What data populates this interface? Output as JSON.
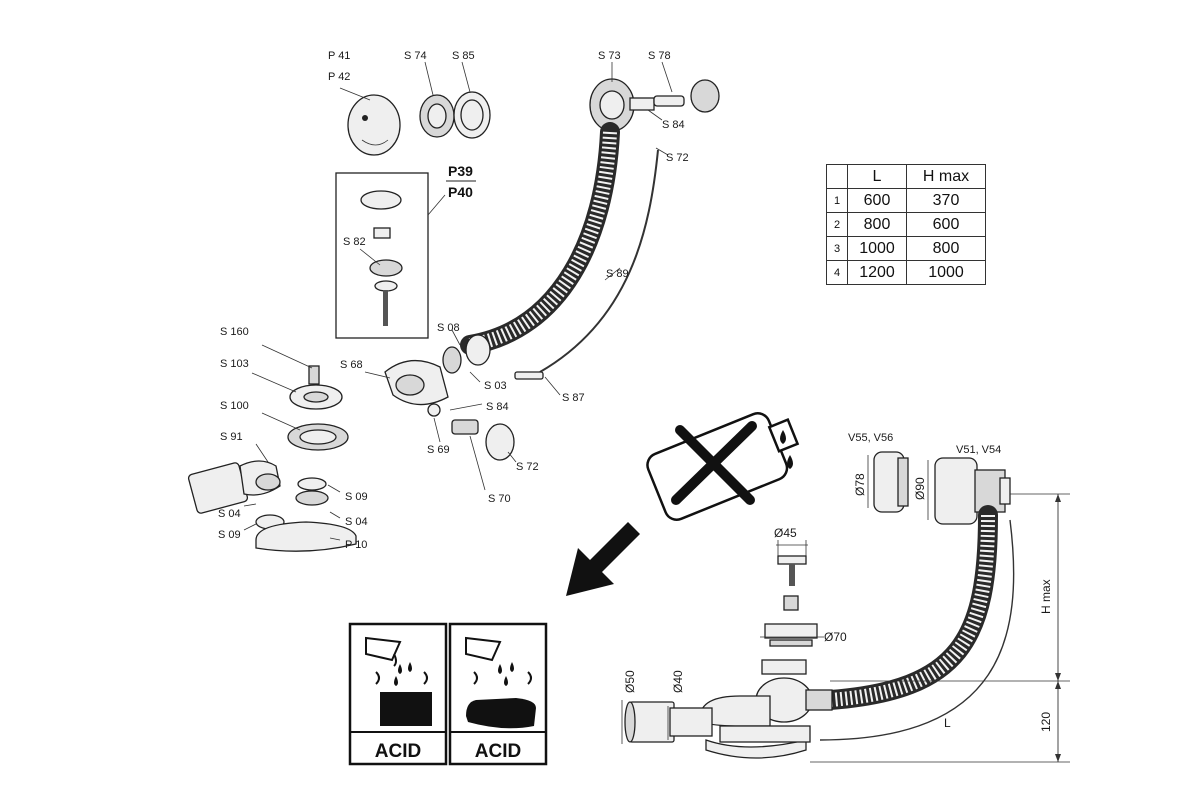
{
  "labels": {
    "p41": "P 41",
    "p42": "P 42",
    "s74": "S 74",
    "s85": "S 85",
    "s73": "S 73",
    "s78": "S 78",
    "s84_top": "S 84",
    "s72_top": "S 72",
    "p39": "P39",
    "p40": "P40",
    "s82": "S 82",
    "s89": "S 89",
    "s08": "S 08",
    "s160": "S 160",
    "s103": "S 103",
    "s68": "S 68",
    "s03": "S 03",
    "s87": "S 87",
    "s84_mid": "S 84",
    "s100": "S 100",
    "s69": "S 69",
    "s72_mid": "S 72",
    "s91": "S 91",
    "s09_right": "S 09",
    "s70": "S 70",
    "s04_left": "S 04",
    "s04_right": "S 04",
    "s09_left": "S 09",
    "p10": "P 10"
  },
  "size_table": {
    "headers": [
      "",
      "L",
      "H max"
    ],
    "rows": [
      {
        "index": "1",
        "L": "600",
        "H": "370"
      },
      {
        "index": "2",
        "L": "800",
        "H": "600"
      },
      {
        "index": "3",
        "L": "1000",
        "H": "800"
      },
      {
        "index": "4",
        "L": "1200",
        "H": "1000"
      }
    ]
  },
  "warnings": {
    "acid_left": "ACID",
    "acid_right": "ACID"
  },
  "dimensions": {
    "v55_v56": "V55, V56",
    "v51_v54": "V51, V54",
    "d78": "Ø78",
    "d90": "Ø90",
    "d45": "Ø45",
    "d70": "Ø70",
    "d50": "Ø50",
    "d40": "Ø40",
    "h_max": "H max",
    "l": "L",
    "h120": "120"
  },
  "colors": {
    "line": "#222222",
    "part_fill": "#efefef",
    "background": "#ffffff"
  }
}
